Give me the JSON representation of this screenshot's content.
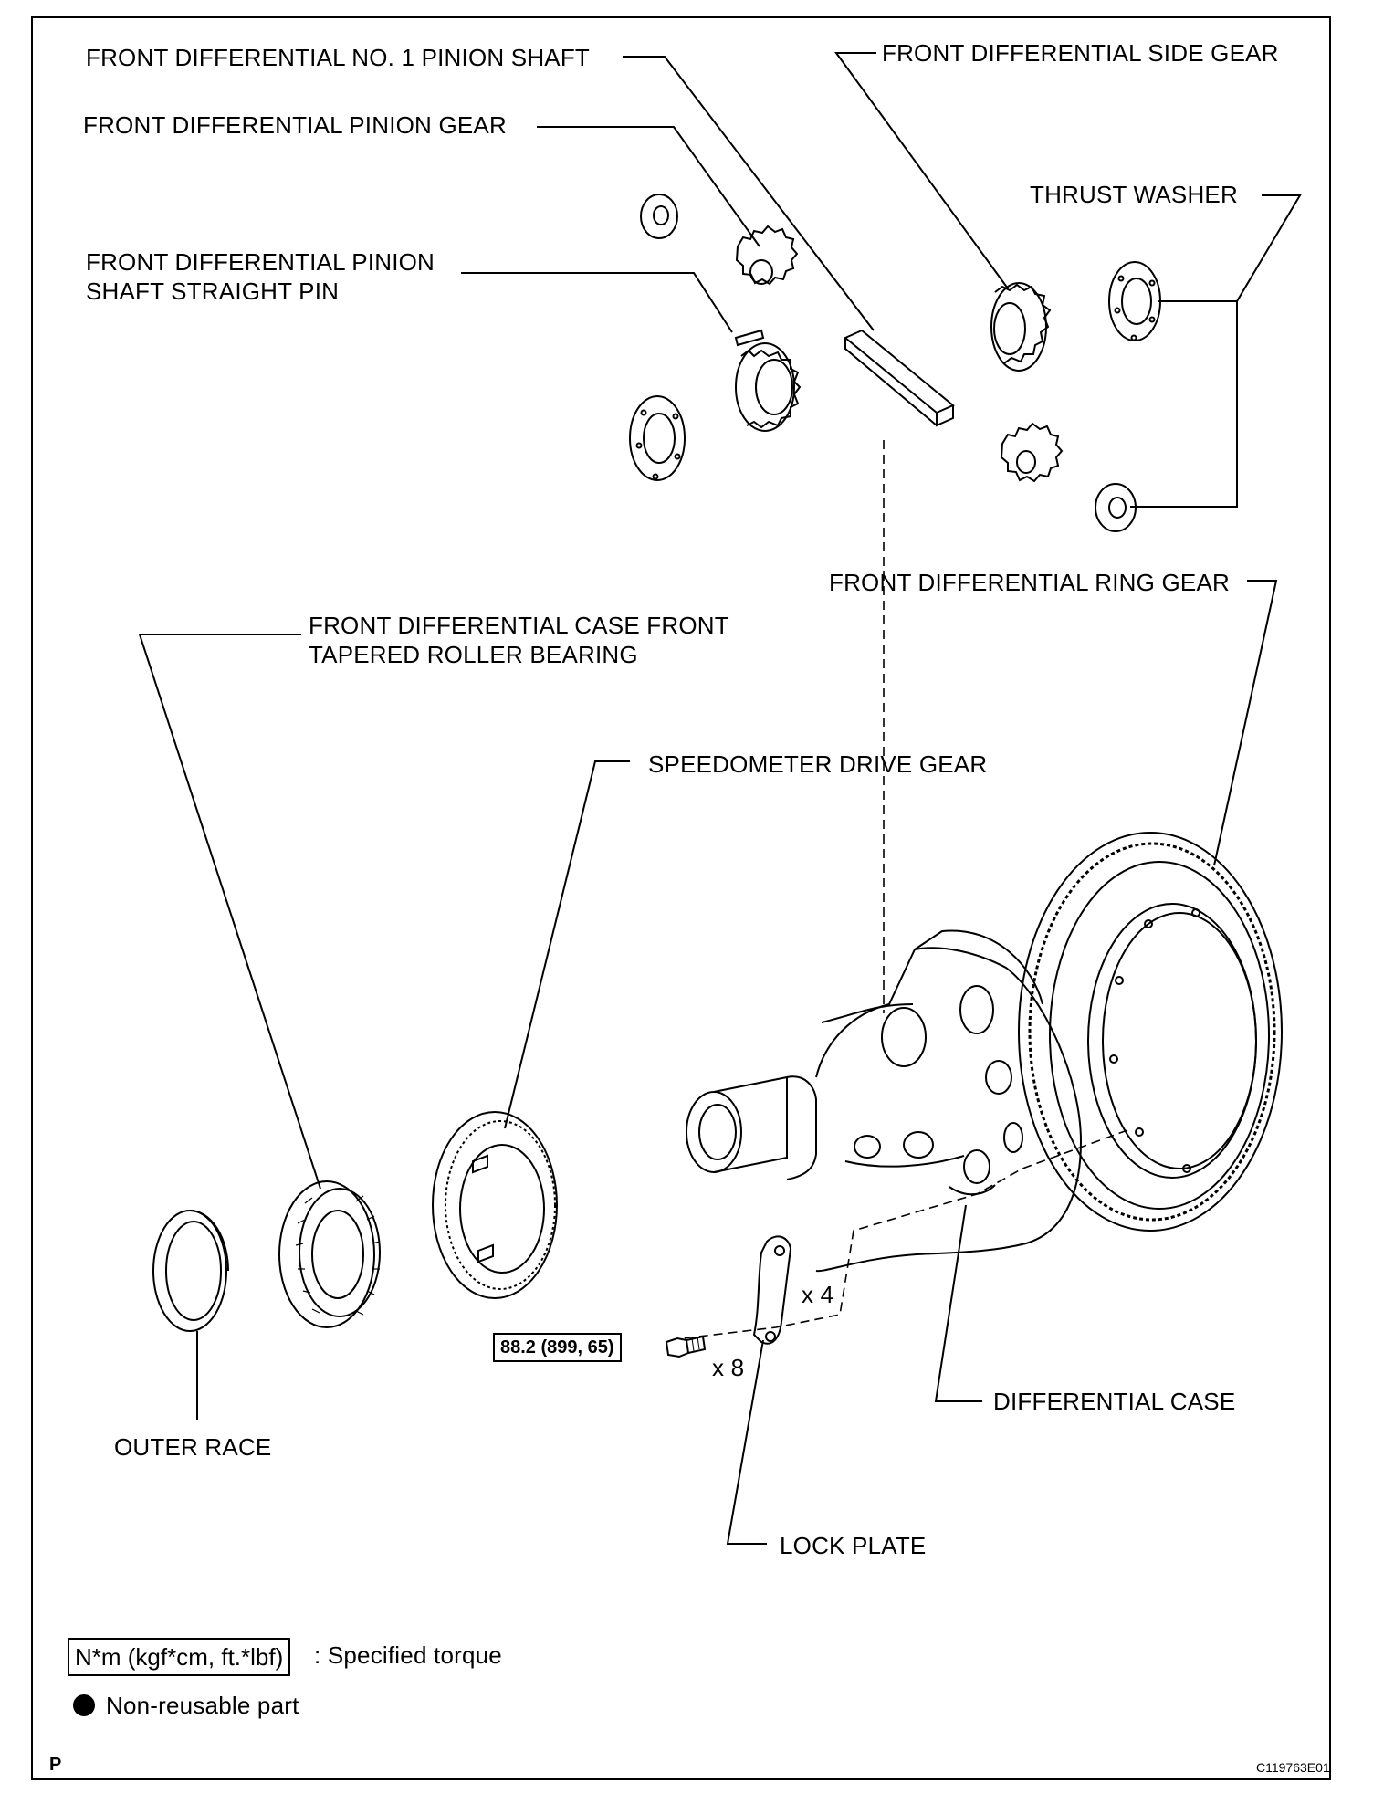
{
  "labels": {
    "pinion_shaft": "FRONT DIFFERENTIAL NO. 1 PINION SHAFT",
    "side_gear": "FRONT DIFFERENTIAL SIDE GEAR",
    "pinion_gear": "FRONT DIFFERENTIAL PINION GEAR",
    "thrust_washer": "THRUST WASHER",
    "straight_pin_line1": "FRONT DIFFERENTIAL PINION",
    "straight_pin_line2": "SHAFT STRAIGHT PIN",
    "ring_gear": "FRONT DIFFERENTIAL RING GEAR",
    "bearing_line1": "FRONT DIFFERENTIAL CASE FRONT",
    "bearing_line2": "TAPERED ROLLER BEARING",
    "speedo_gear": "SPEEDOMETER DRIVE GEAR",
    "outer_race": "OUTER RACE",
    "diff_case": "DIFFERENTIAL CASE",
    "lock_plate": "LOCK PLATE",
    "count_x4": "x 4",
    "count_x8": "x 8",
    "torque_value": "88.2 (899, 65)"
  },
  "legend": {
    "torque_unit": "N*m (kgf*cm, ft.*lbf)",
    "torque_desc": ": Specified torque",
    "nonreusable_desc": "Non-reusable part"
  },
  "footer": {
    "left": "P",
    "right": "C119763E01"
  }
}
